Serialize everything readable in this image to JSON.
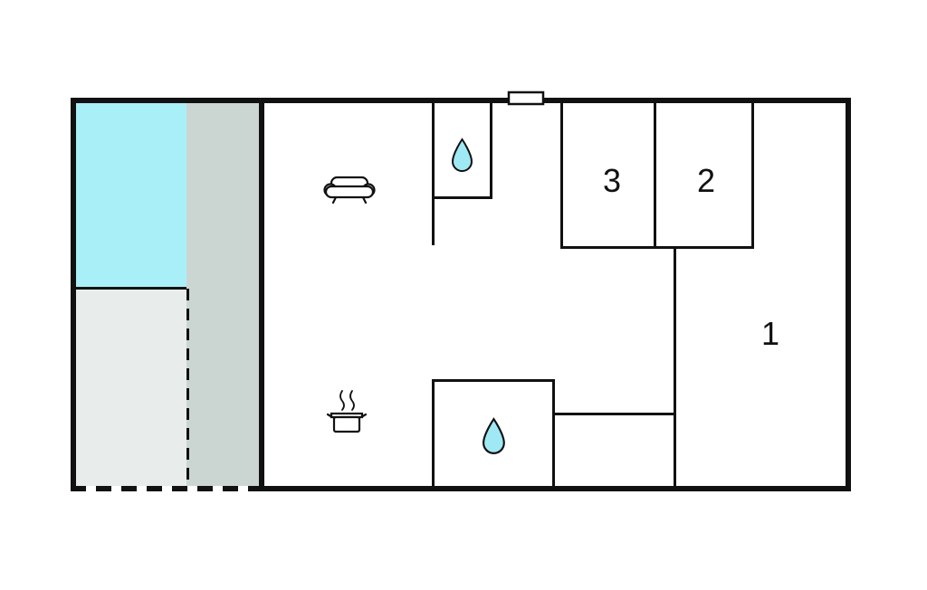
{
  "plan": {
    "rooms": {
      "r1": {
        "label": "1"
      },
      "r2": {
        "label": "2"
      },
      "r3": {
        "label": "3"
      }
    },
    "icons": {
      "living_area": "sofa-icon",
      "kitchen": "cooking-pot-icon",
      "bathroom_top": "water-drop-icon",
      "bathroom_bottom": "water-drop-icon"
    },
    "colors": {
      "background": "#ffffff",
      "wall": "#111111",
      "pool": "#a9eff8",
      "terrace": "#e8edec",
      "deck": "#cbd6d2",
      "water_drop": "#9fe9f5",
      "door_marker": "#ffffff"
    }
  }
}
